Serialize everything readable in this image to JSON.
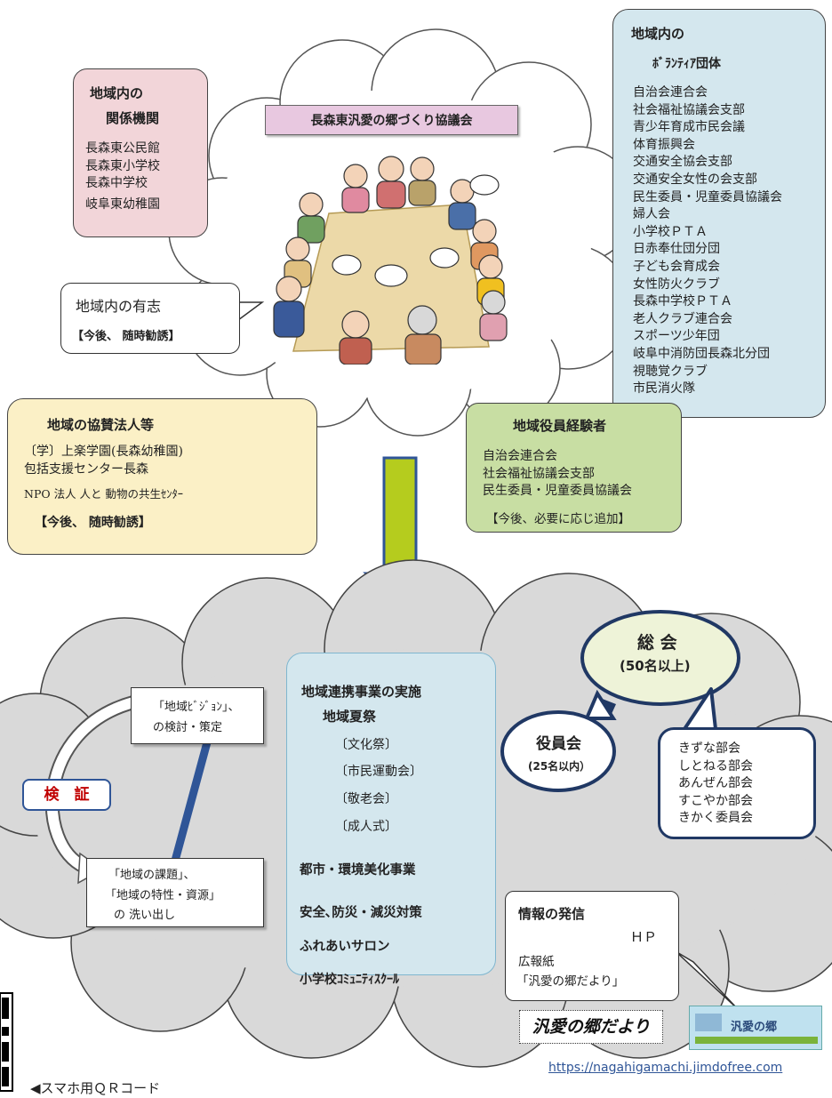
{
  "council": {
    "title": "長森東汎愛の郷づくり協議会"
  },
  "institutions": {
    "title_line1": "地域内の",
    "title_line2": "関係機関",
    "items": [
      "長森東公民館",
      "長森東小学校",
      "長森中学校",
      "岐阜東幼稚園"
    ]
  },
  "volunteers_local": {
    "title": "地域内の有志",
    "note": "【今後、 随時勧誘】"
  },
  "volunteer_groups": {
    "title_line1": "地域内の",
    "title_line2": "ﾎﾞﾗﾝﾃｨｱ団体",
    "items": [
      "自治会連合会",
      "社会福祉協議会支部",
      "青少年育成市民会議",
      "体育振興会",
      "交通安全協会支部",
      "交通安全女性の会支部",
      "民生委員・児童委員協議会",
      "婦人会",
      "小学校ＰＴＡ",
      "日赤奉仕団分団",
      "子ども会育成会",
      "女性防火クラブ",
      "長森中学校ＰＴＡ",
      "老人クラブ連合会",
      "スポーツ少年団",
      "岐阜中消防団長森北分団",
      "視聴覚クラブ",
      "市民消火隊"
    ]
  },
  "sponsors": {
    "title": "地域の協賛法人等",
    "items": [
      "〔学〕上楽学園(長森幼稚園)",
      "包括支援センター長森",
      "NPO 法人 人と 動物の共生ｾﾝﾀｰ"
    ],
    "note": "【今後、 随時勧誘】"
  },
  "former_officers": {
    "title": "地域役員経験者",
    "items": [
      "自治会連合会",
      "社会福祉協議会支部",
      "民生委員・児童委員協議会"
    ],
    "note": "【今後、必要に応じ追加】"
  },
  "vision": {
    "line1": "「地域ﾋﾞｼﾞｮﾝ」、",
    "line2": "の検討・策定"
  },
  "verification": {
    "label": "検　証"
  },
  "issues": {
    "line1": "「地域の課題」、",
    "line2": "「地域の特性・資源」",
    "line3": "の 洗い出し"
  },
  "projects": {
    "title": "地域連携事業の実施",
    "main": "地域夏祭",
    "sub": [
      "〔文化祭〕",
      "〔市民運動会〕",
      "〔敬老会〕",
      "〔成人式〕"
    ],
    "others": [
      "都市・環境美化事業",
      "安全､防災・減災対策",
      "ふれあいサロン",
      "小学校ｺﾐｭﾆﾃｨｽｸｰﾙ"
    ]
  },
  "general_meeting": {
    "title": "総 会",
    "sub": "(50名以上)"
  },
  "board": {
    "title": "役員会",
    "sub": "(25名以内）"
  },
  "committees": {
    "items": [
      "きずな部会",
      "しとねる部会",
      "あんぜん部会",
      "すこやか部会",
      "きかく委員会"
    ]
  },
  "info": {
    "title": "情報の発信",
    "hp": "ＨＰ",
    "paper": "広報紙",
    "paper_name": "「汎愛の郷だより」",
    "logo_text": "汎愛の郷だより",
    "banner_text": "汎愛の郷"
  },
  "footer": {
    "url": "https://nagahigamachi.jimdofree.com",
    "qr_label": "◀スマホ用ＱＲコード"
  },
  "colors": {
    "cloud_fill": "#d9d9d9",
    "pink_box": "#f2d5d9",
    "blue_box": "#d4e7ee",
    "yellow_box": "#fbf0c6",
    "green_box": "#c8dea3",
    "arrow_green": "#b5cc1e",
    "navy": "#203864",
    "title_banner": "#e8c8e0"
  }
}
